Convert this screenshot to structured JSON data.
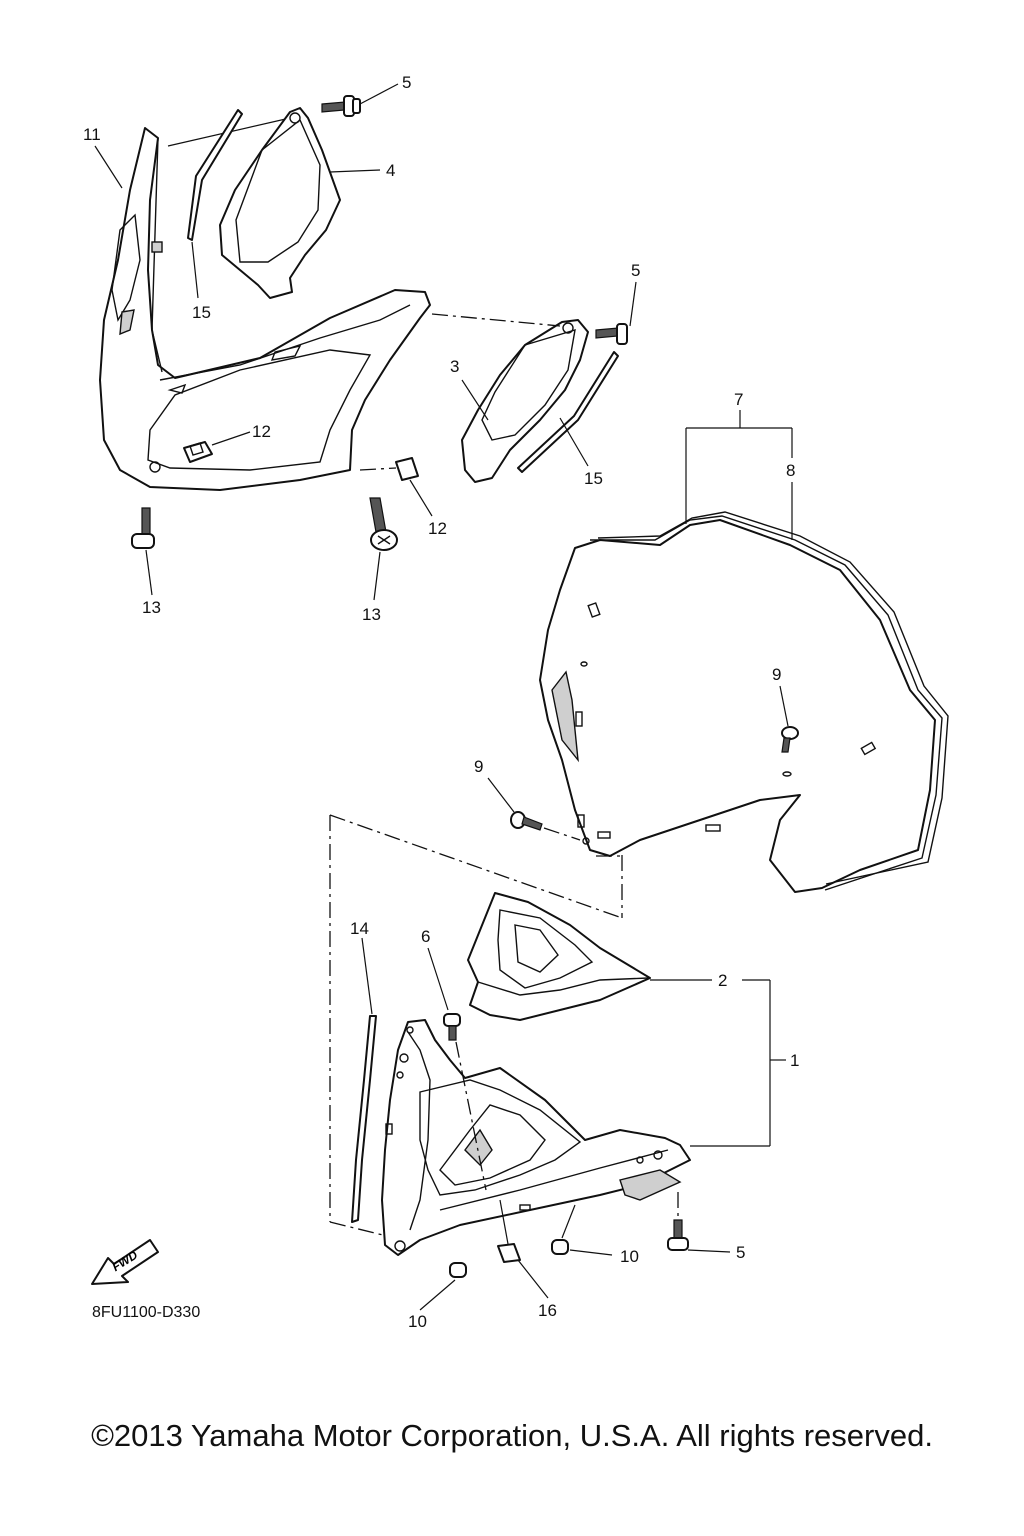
{
  "diagram": {
    "code": "8FU1100-D330",
    "fwd_label": "FWD",
    "callouts": {
      "c1": "1",
      "c2": "2",
      "c3": "3",
      "c4": "4",
      "c5a": "5",
      "c5b": "5",
      "c5c": "5",
      "c6": "6",
      "c7": "7",
      "c8": "8",
      "c9a": "9",
      "c9b": "9",
      "c10a": "10",
      "c10b": "10",
      "c11": "11",
      "c12a": "12",
      "c12b": "12",
      "c13a": "13",
      "c13b": "13",
      "c14": "14",
      "c15a": "15",
      "c15b": "15",
      "c16": "16"
    }
  },
  "footer": {
    "copyright": "©2013 Yamaha Motor Corporation, U.S.A. All rights reserved."
  }
}
